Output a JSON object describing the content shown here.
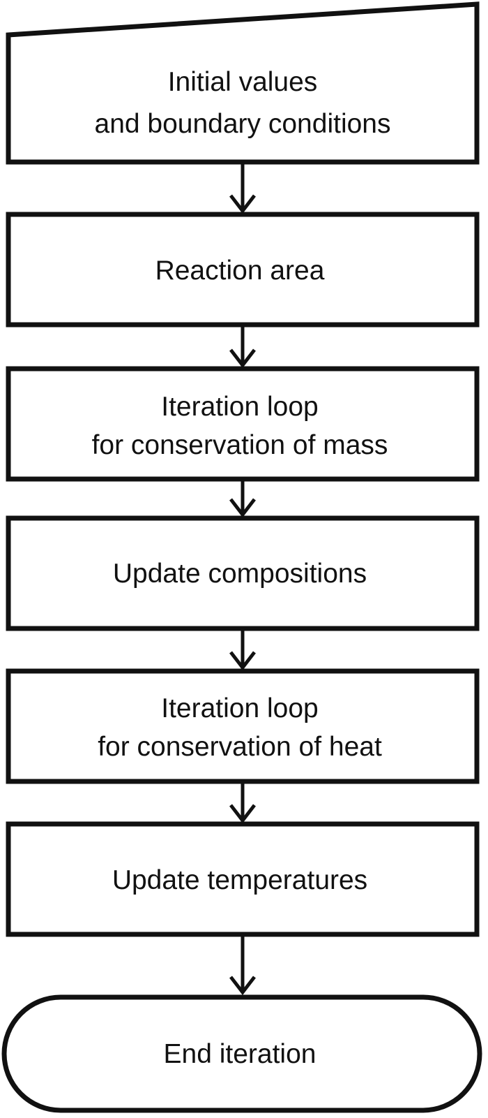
{
  "diagram": {
    "nodes": [
      {
        "id": "initial",
        "shape": "manual-input",
        "lines": [
          "Initial values",
          "and boundary conditions"
        ]
      },
      {
        "id": "reaction",
        "shape": "process",
        "lines": [
          "Reaction area"
        ]
      },
      {
        "id": "mass-loop",
        "shape": "process",
        "lines": [
          "Iteration loop",
          "for conservation of mass"
        ]
      },
      {
        "id": "compositions",
        "shape": "process",
        "lines": [
          "Update compositions"
        ]
      },
      {
        "id": "heat-loop",
        "shape": "process",
        "lines": [
          "Iteration loop",
          "for conservation of heat"
        ]
      },
      {
        "id": "temperatures",
        "shape": "process",
        "lines": [
          "Update temperatures"
        ]
      },
      {
        "id": "end",
        "shape": "terminator",
        "lines": [
          "End iteration"
        ]
      }
    ],
    "edges": [
      {
        "from": "initial",
        "to": "reaction"
      },
      {
        "from": "reaction",
        "to": "mass-loop"
      },
      {
        "from": "mass-loop",
        "to": "compositions"
      },
      {
        "from": "compositions",
        "to": "heat-loop"
      },
      {
        "from": "heat-loop",
        "to": "temperatures"
      },
      {
        "from": "temperatures",
        "to": "end"
      }
    ],
    "colors": {
      "stroke": "#111111",
      "fill": "#ffffff",
      "text": "#111111"
    }
  }
}
